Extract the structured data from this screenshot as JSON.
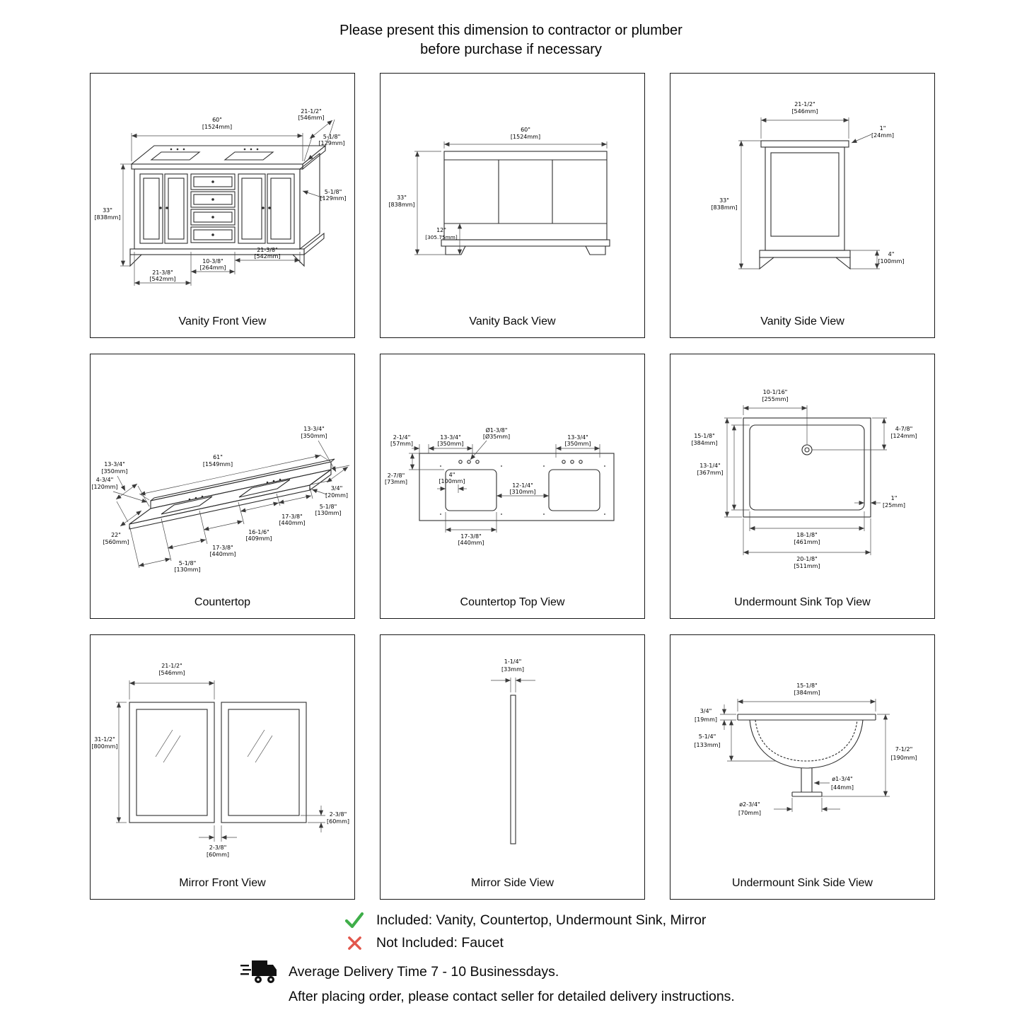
{
  "header": {
    "line1": "Please present this dimension to contractor or plumber",
    "line2": "before purchase if necessary"
  },
  "panels": {
    "vanity_front": {
      "title": "Vanity Front View",
      "width_in": "60\"",
      "width_mm": "[1524mm]",
      "depth_in": "21-1/2\"",
      "depth_mm": "[546mm]",
      "top_right_in": "5-1/8\"",
      "top_right_mm": "[129mm]",
      "mid_right_in": "5-1/8\"",
      "mid_right_mm": "[129mm]",
      "height_in": "33\"",
      "height_mm": "[838mm]",
      "right_section_in": "21-3/8\"",
      "right_section_mm": "[542mm]",
      "mid_section_in": "10-3/8\"",
      "mid_section_mm": "[264mm]",
      "left_section_in": "21-3/8\"",
      "left_section_mm": "[542mm]"
    },
    "vanity_back": {
      "title": "Vanity Back View",
      "width_in": "60\"",
      "width_mm": "[1524mm]",
      "height_in": "33\"",
      "height_mm": "[838mm]",
      "bottom_in": "12\"",
      "bottom_mm": "[305.75mm]"
    },
    "vanity_side": {
      "title": "Vanity Side View",
      "depth_in": "21-1/2\"",
      "depth_mm": "[546mm]",
      "lip_in": "1\"",
      "lip_mm": "[24mm]",
      "height_in": "33\"",
      "height_mm": "[838mm]",
      "toe_in": "4\"",
      "toe_mm": "[100mm]"
    },
    "countertop": {
      "title": "Countertop",
      "length_in": "61\"",
      "length_mm": "[1549mm]",
      "depth_right_in": "13-3/4\"",
      "depth_right_mm": "[350mm]",
      "depth_left_in": "13-3/4\"",
      "depth_left_mm": "[350mm]",
      "thickness_in": "3/4\"",
      "thickness_mm": "[20mm]",
      "backsplash_in": "4-3/4\"",
      "backsplash_mm": "[120mm]",
      "end_in": "22\"",
      "end_mm": "[560mm]",
      "right_margin_in": "5-1/8\"",
      "right_margin_mm": "[130mm]",
      "right_sink_in": "17-3/8\"",
      "right_sink_mm": "[440mm]",
      "between_in": "16-1/6\"",
      "between_mm": "[409mm]",
      "left_sink_in": "17-3/8\"",
      "left_sink_mm": "[440mm]",
      "left_margin_in": "5-1/8\"",
      "left_margin_mm": "[130mm]"
    },
    "countertop_top": {
      "title": "Countertop Top View",
      "corner_in": "2-1/4\"",
      "corner_mm": "[57mm]",
      "left_span_in": "13-3/4\"",
      "left_span_mm": "[350mm]",
      "hole_in": "Ø1-3/8\"",
      "hole_mm": "[Ø35mm]",
      "right_span_in": "13-3/4\"",
      "right_span_mm": "[350mm]",
      "edge_in": "2-7/8\"",
      "edge_mm": "[73mm]",
      "offset_in": "4\"",
      "offset_mm": "[100mm]",
      "between_in": "12-1/4\"",
      "between_mm": "[310mm]",
      "cutout_in": "17-3/8\"",
      "cutout_mm": "[440mm]"
    },
    "sink_top": {
      "title": "Undermount Sink Top View",
      "drain_x_in": "10-1/16\"",
      "drain_x_mm": "[255mm]",
      "drain_y_in": "4-7/8\"",
      "drain_y_mm": "[124mm]",
      "outer_depth_in": "15-1/8\"",
      "outer_depth_mm": "[384mm]",
      "inner_depth_in": "13-1/4\"",
      "inner_depth_mm": "[367mm]",
      "rim_in": "1\"",
      "rim_mm": "[25mm]",
      "inner_width_in": "18-1/8\"",
      "inner_width_mm": "[461mm]",
      "outer_width_in": "20-1/8\"",
      "outer_width_mm": "[511mm]"
    },
    "mirror_front": {
      "title": "Mirror Front View",
      "width_in": "21-1/2\"",
      "width_mm": "[546mm]",
      "height_in": "31-1/2\"",
      "height_mm": "[800mm]",
      "frame_in": "2-3/8\"",
      "frame_mm": "[60mm]",
      "gap_in": "2-3/8\"",
      "gap_mm": "[60mm]"
    },
    "mirror_side": {
      "title": "Mirror Side View",
      "thickness_in": "1-1/4\"",
      "thickness_mm": "[33mm]"
    },
    "sink_side": {
      "title": "Undermount Sink Side View",
      "width_in": "15-1/8\"",
      "width_mm": "[384mm]",
      "rim_in": "3/4\"",
      "rim_mm": "[19mm]",
      "bowl_in": "5-1/4\"",
      "bowl_mm": "[133mm]",
      "height_in": "7-1/2\"",
      "height_mm": "[190mm]",
      "drain_in": "ø1-3/4\"",
      "drain_mm": "[44mm]",
      "flange_in": "ø2-3/4\"",
      "flange_mm": "[70mm]"
    }
  },
  "footer": {
    "included": "Included: Vanity, Countertop, Undermount Sink, Mirror",
    "not_included": "Not Included: Faucet",
    "delivery_line1": "Average Delivery Time 7 - 10 Businessdays.",
    "delivery_line2": "After placing order, please contact seller for detailed delivery instructions."
  },
  "colors": {
    "check": "#3fae49",
    "cross": "#e2574c",
    "truck": "#111111"
  }
}
